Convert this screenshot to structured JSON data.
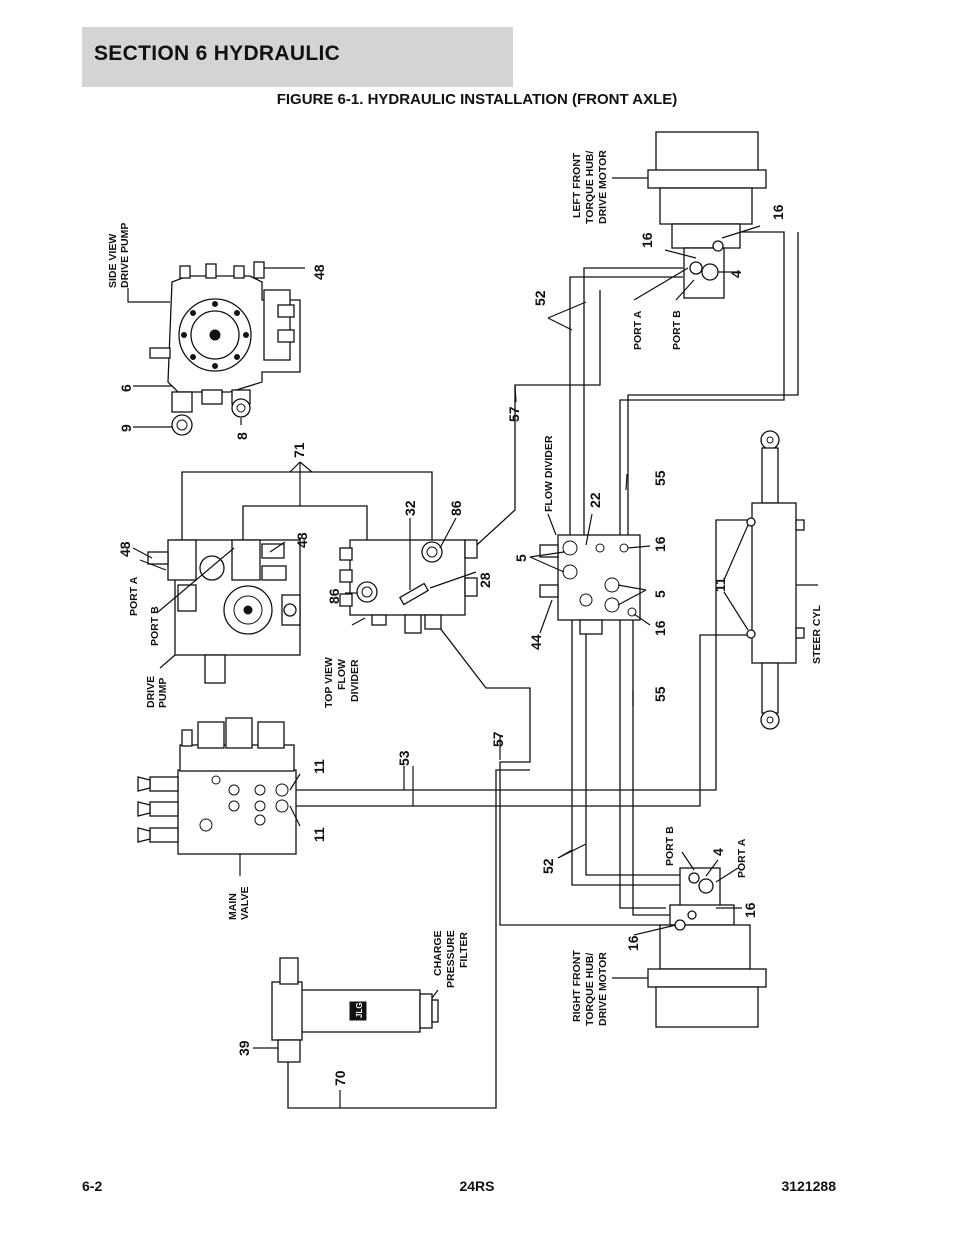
{
  "header": {
    "section": "SECTION 6   HYDRAULIC",
    "figure_title": "FIGURE 6-1. HYDRAULIC INSTALLATION (FRONT AXLE)"
  },
  "labels": {
    "side_view_pump_1": "SIDE VIEW",
    "side_view_pump_2": "DRIVE PUMP",
    "left_motor_1": "LEFT FRONT",
    "left_motor_2": "TORQUE HUB/",
    "left_motor_3": "DRIVE MOTOR",
    "right_motor_1": "RIGHT FRONT",
    "right_motor_2": "TORQUE HUB/",
    "right_motor_3": "DRIVE MOTOR",
    "port_a_top": "PORT A",
    "port_b_top": "PORT B",
    "port_a_pump": "PORT A",
    "port_b_pump": "PORT B",
    "drive_pump_1": "DRIVE",
    "drive_pump_2": "PUMP",
    "top_view_1": "TOP VIEW",
    "top_view_2": "FLOW",
    "top_view_3": "DIVIDER",
    "flow_divider": "FLOW DIVIDER",
    "steer_cyl": "STEER CYL",
    "main_valve_1": "MAIN",
    "main_valve_2": "VALVE",
    "charge_filter_1": "CHARGE",
    "charge_filter_2": "PRESSURE",
    "charge_filter_3": "FILTER",
    "port_b_bottom": "PORT B",
    "port_a_bottom": "PORT A",
    "filter_brand": "JLG"
  },
  "callouts": {
    "c48_side": "48",
    "c6": "6",
    "c9": "9",
    "c8": "8",
    "c71": "71",
    "c48_pump_left": "48",
    "c48_pump_right": "48",
    "c32": "32",
    "c86_top": "86",
    "c86_left": "86",
    "c28": "28",
    "c57_top": "57",
    "c52_top": "52",
    "c16_motor_top_left": "16",
    "c16_motor_top_right": "16",
    "c4_top": "4",
    "c22": "22",
    "c5_left": "5",
    "c16_fd_top": "16",
    "c55_top": "55",
    "c5_right": "5",
    "c16_fd_bottom": "16",
    "c44": "44",
    "c11_steer": "11",
    "c55_bottom": "55",
    "c57_bottom": "57",
    "c53": "53",
    "c11_valve_top": "11",
    "c11_valve_bottom": "11",
    "c52_bottom": "52",
    "c4_bottom": "4",
    "c16_motor_bottom_right": "16",
    "c16_motor_bottom_left": "16",
    "c39": "39",
    "c70": "70"
  },
  "footer": {
    "page": "6-2",
    "model": "24RS",
    "doc_number": "3121288"
  }
}
